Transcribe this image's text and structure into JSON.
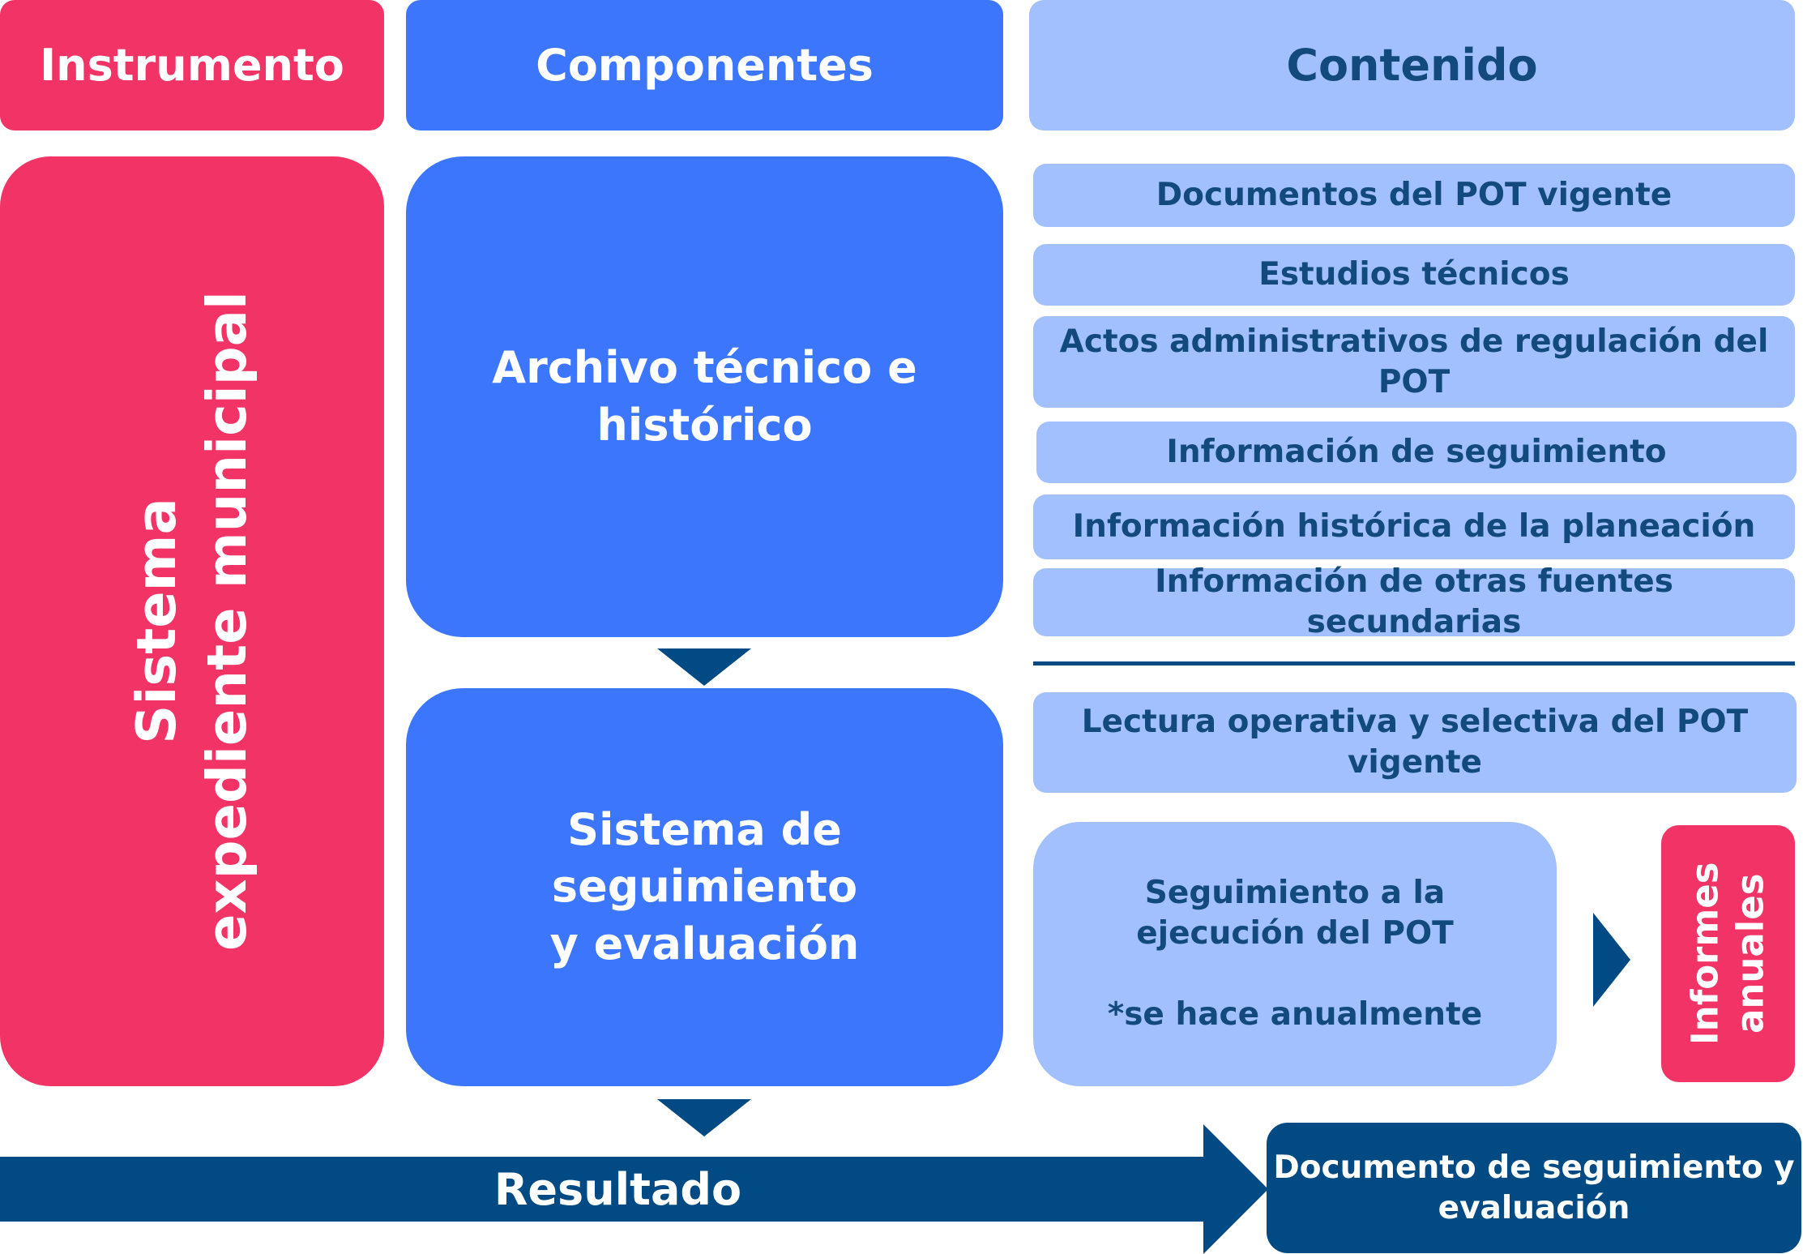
{
  "headers": {
    "instrumento": "Instrumento",
    "componentes": "Componentes",
    "contenido": "Contenido"
  },
  "instrument": {
    "line1": "Sistema",
    "line2": "expediente municipal"
  },
  "components": {
    "archivo": {
      "line1": "Archivo técnico e",
      "line2": "histórico"
    },
    "sistema": {
      "line1": "Sistema de",
      "line2": "seguimiento",
      "line3": "y evaluación"
    }
  },
  "contents": {
    "items": [
      "Documentos del POT vigente",
      "Estudios técnicos",
      "Actos administrativos de regulación del POT",
      "Información de seguimiento",
      "Información histórica de la planeación",
      "Información de otras fuentes secundarias",
      "Lectura operativa y selectiva del POT vigente"
    ],
    "seguimiento": {
      "main": "Seguimiento a la ejecución del POT",
      "note": "*se hace anualmente"
    }
  },
  "informes": {
    "line1": "Informes",
    "line2": "anuales"
  },
  "result": {
    "label": "Resultado",
    "document": "Documento de seguimiento y evaluación"
  },
  "colors": {
    "pink": "#f23366",
    "blue": "#3c76fc",
    "light_blue": "#a2c0fd",
    "navy": "#024a83",
    "dark_text": "#124a7e"
  }
}
